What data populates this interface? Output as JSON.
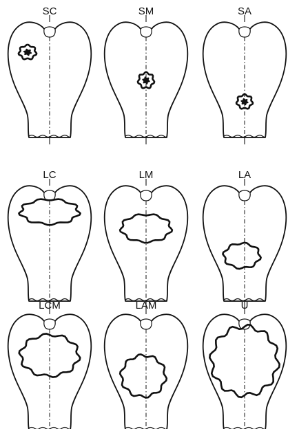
{
  "panels": [
    {
      "label": "SC",
      "lesion": "small-upper-left"
    },
    {
      "label": "SM",
      "lesion": "small-middle"
    },
    {
      "label": "SA",
      "lesion": "small-lower"
    },
    {
      "label": "LC",
      "lesion": "large-upper"
    },
    {
      "label": "LM",
      "lesion": "large-middle"
    },
    {
      "label": "LA",
      "lesion": "large-lower"
    },
    {
      "label": "LCM",
      "lesion": "large-upper-middle"
    },
    {
      "label": "LAM",
      "lesion": "large-lower-middle"
    },
    {
      "label": "U",
      "lesion": "whole"
    }
  ]
}
